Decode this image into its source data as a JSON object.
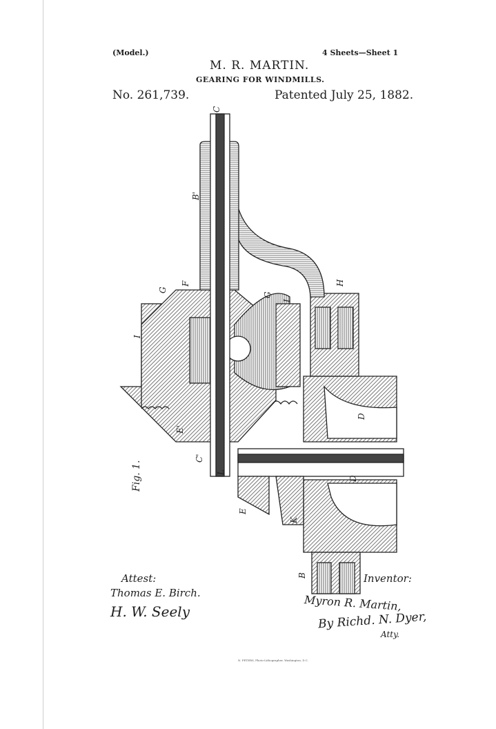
{
  "header": {
    "model": "(Model.)",
    "sheets": "4 Sheets—Sheet 1",
    "inventor_name": "M. R. MARTIN.",
    "title": "GEARING FOR WINDMILLS.",
    "patent_number": "No. 261,739.",
    "patent_date": "Patented July 25, 1882."
  },
  "figure": {
    "caption": "Fig. 1.",
    "labels": [
      "C",
      "B'",
      "F",
      "G",
      "G",
      "I",
      "H",
      "I",
      "D",
      "E'",
      "C'",
      "L",
      "E",
      "K",
      "D",
      "B"
    ]
  },
  "footer": {
    "attest_label": "Attest:",
    "witness_1": "Thomas E. Birch.",
    "witness_2": "H. W. Seely",
    "inventor_label": "Inventor:",
    "inventor_signature": "Myron R. Martin,",
    "attorney": "By Richd. N. Dyer,",
    "attorney_suffix": "Atty.",
    "printer": "N. PETERS, Photo-Lithographer, Washington, D.C."
  }
}
